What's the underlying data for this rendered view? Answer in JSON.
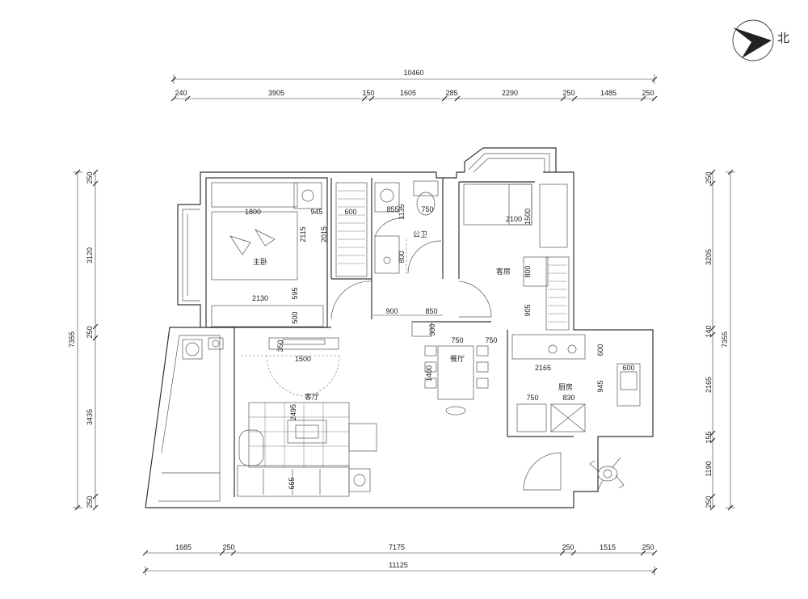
{
  "north": {
    "label": "北",
    "icon": "north-arrow-icon"
  },
  "top_dims": {
    "total": "10460",
    "segments": [
      "240",
      "3905",
      "150",
      "1605",
      "285",
      "2290",
      "250",
      "1485",
      "250"
    ]
  },
  "bottom_dims": {
    "total": "11125",
    "segments": [
      "1685",
      "250",
      "7175",
      "250",
      "1515",
      "250"
    ]
  },
  "left_dims": {
    "total": "7355",
    "segments": [
      "250",
      "3120",
      "250",
      "3435",
      "250"
    ]
  },
  "right_dims": {
    "total": "7355",
    "segments": [
      "250",
      "3205",
      "140",
      "2165",
      "155",
      "1190",
      "250"
    ]
  },
  "rooms": {
    "master_bedroom": "主卧",
    "public_bath": "公卫",
    "guest_room": "客房",
    "dining": "餐厅",
    "living": "客厅",
    "kitchen": "厨房"
  },
  "interior_dims": {
    "mb_bed_width": "1800",
    "mb_nightstand": "945",
    "mb_wardrobe": "600",
    "mb_bed_len": "2115",
    "mb_room_depth": "2015",
    "mb_width": "2130",
    "mb_595": "595",
    "mb_500": "500",
    "bath_855": "855",
    "bath_750": "750",
    "bath_1135": "1135",
    "bath_800": "800",
    "hall_900": "900",
    "hall_850": "850",
    "hall_300": "300",
    "guest_bed": "2100",
    "guest_1500": "1500",
    "guest_800": "800",
    "guest_905": "905",
    "tv_350": "350",
    "tv_1500": "1500",
    "living_2495": "2495",
    "living_665": "665",
    "dining_750a": "750",
    "dining_750b": "750",
    "dining_1400": "1400",
    "kitchen_2165": "2165",
    "kitchen_600a": "600",
    "kitchen_600b": "600",
    "kitchen_945": "945",
    "kitchen_750": "750",
    "kitchen_830": "830"
  }
}
